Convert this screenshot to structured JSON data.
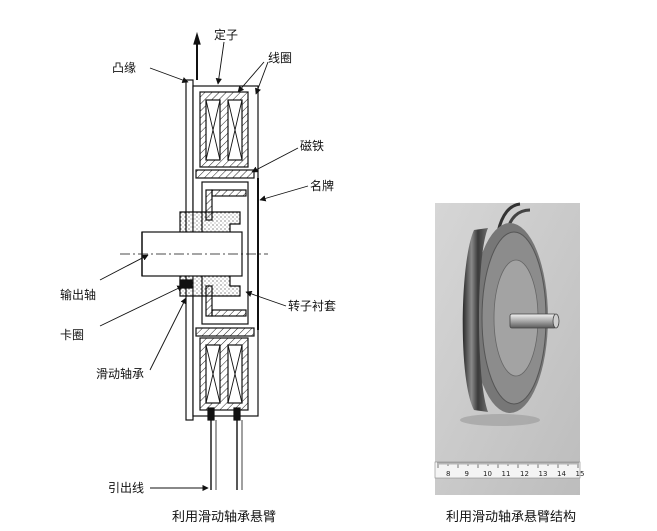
{
  "labels": {
    "dingzi": "定子",
    "tuyuan": "凸缘",
    "xianquan": "线圈",
    "citie": "磁铁",
    "mingpai": "名牌",
    "shuchuzhou": "输出轴",
    "kaquan": "卡圈",
    "zhuanzichentao": "转子衬套",
    "huadongzhoucheng": "滑动轴承",
    "yinchuxian": "引出线"
  },
  "ruler_numbers": [
    "8",
    "9",
    "10",
    "11",
    "12",
    "13",
    "14",
    "15"
  ],
  "captions": {
    "left": "利用滑动轴承悬臂",
    "right": "利用滑动轴承悬臂结构"
  }
}
